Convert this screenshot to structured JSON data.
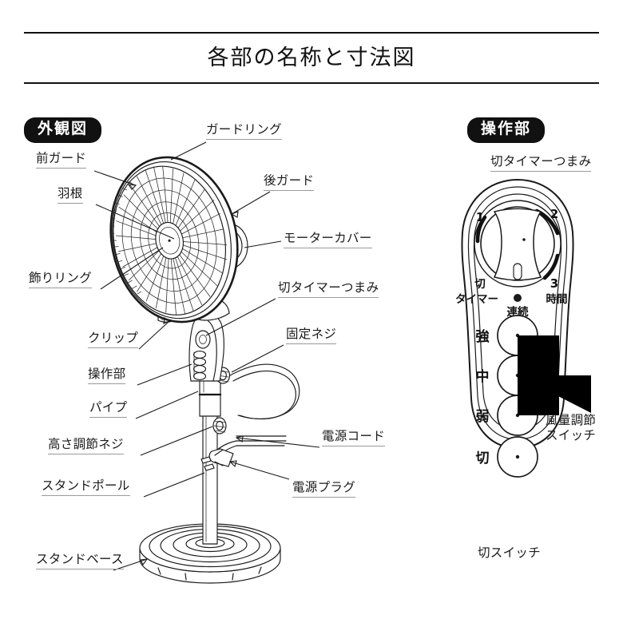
{
  "page": {
    "title": "各部の名称と寸法図"
  },
  "sections": {
    "exterior": {
      "badge": "外観図"
    },
    "control": {
      "badge": "操作部"
    }
  },
  "exterior_labels": {
    "guard_ring": "ガードリング",
    "front_guard": "前ガード",
    "rear_guard": "後ガード",
    "blade": "羽根",
    "motor_cover": "モーターカバー",
    "decor_ring": "飾りリング",
    "off_timer_knob": "切タイマーつまみ",
    "clip": "クリップ",
    "fixing_screw": "固定ネジ",
    "control_part": "操作部",
    "pipe": "パイプ",
    "power_cord": "電源コード",
    "height_screw": "高さ調節ネジ",
    "power_plug": "電源プラグ",
    "stand_pole": "スタンドポール",
    "stand_base": "スタンドベース"
  },
  "control_labels": {
    "off_timer_knob": "切タイマーつまみ",
    "airflow_switch_line1": "風量調節",
    "airflow_switch_line2": "スイッチ",
    "off_switch": "切スイッチ"
  },
  "control_panel": {
    "dial": {
      "mark_off": "切",
      "mark_1": "1",
      "mark_2": "2",
      "mark_3": "3",
      "caption_left": "タイマー",
      "caption_center": "連続",
      "caption_right": "時間",
      "continuous_dot": "●"
    },
    "buttons": [
      {
        "label": "強"
      },
      {
        "label": "中"
      },
      {
        "label": "弱"
      },
      {
        "label": "切"
      }
    ]
  },
  "colors": {
    "ink": "#1a1a1a",
    "rule": "#111111",
    "badge_bg": "#111111",
    "badge_text": "#ffffff",
    "underline": "#9a9a9a"
  }
}
